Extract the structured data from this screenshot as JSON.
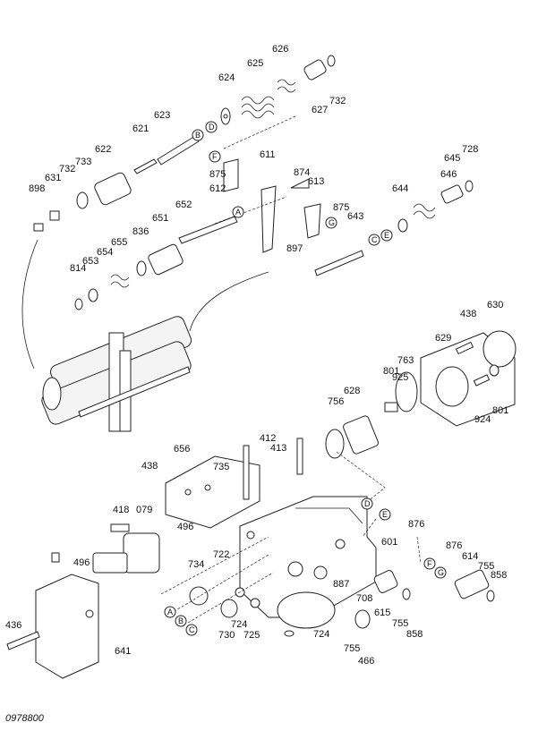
{
  "figure_number": "0978800",
  "part_labels": [
    "626",
    "625",
    "624",
    "732",
    "627",
    "623",
    "621",
    "622",
    "733",
    "732",
    "631",
    "898",
    "875",
    "612",
    "611",
    "874",
    "613",
    "875",
    "643",
    "897",
    "644",
    "646",
    "645",
    "728",
    "652",
    "651",
    "836",
    "655",
    "654",
    "653",
    "814",
    "438",
    "630",
    "629",
    "925",
    "801",
    "763",
    "628",
    "756",
    "924",
    "801",
    "412",
    "413",
    "656",
    "438",
    "735",
    "418",
    "079",
    "496",
    "722",
    "601",
    "876",
    "876",
    "614",
    "755",
    "858",
    "496",
    "734",
    "887",
    "708",
    "615",
    "755",
    "858",
    "724",
    "730",
    "725",
    "724",
    "755",
    "466",
    "436",
    "641"
  ],
  "circle_refs": [
    "A",
    "B",
    "C",
    "D",
    "E",
    "F",
    "G"
  ]
}
